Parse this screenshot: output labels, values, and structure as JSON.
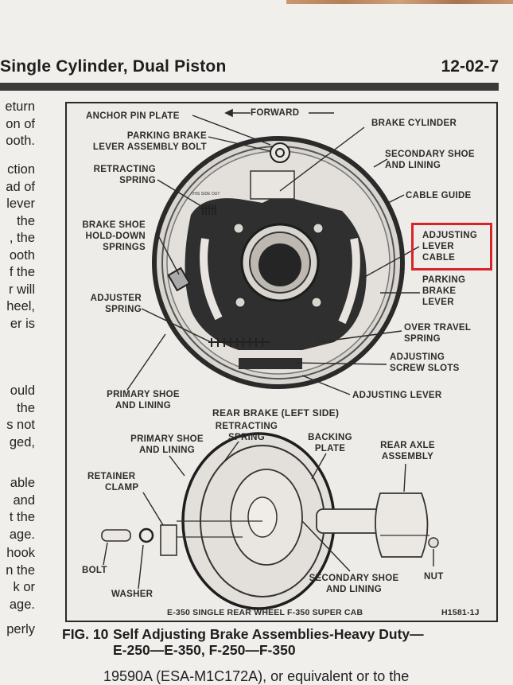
{
  "header": {
    "section_title": "Single Cylinder, Dual Piston",
    "page_number": "12-02-7"
  },
  "left_column_fragments": {
    "block1": [
      "eturn",
      "on of",
      "ooth."
    ],
    "block2": [
      "ction",
      "ad of",
      "lever",
      "the",
      ", the",
      "ooth",
      "f the",
      "r will",
      "heel,",
      "er is"
    ],
    "block3": [
      "ould",
      "the",
      "s not",
      "ged,"
    ],
    "block4": [
      "able",
      "and",
      "t the",
      "age."
    ],
    "block5": [
      "hook",
      "n the",
      "k or",
      "age."
    ],
    "block6": [
      "perly"
    ]
  },
  "figure": {
    "direction_label": "FORWARD",
    "upper_view_title": "REAR BRAKE (LEFT SIDE)",
    "stamp_text": "THIS SIDE OUT",
    "labels_upper": {
      "anchor_pin_plate": "ANCHOR PIN PLATE",
      "parking_brake_bolt_1": "PARKING BRAKE",
      "parking_brake_bolt_2": "LEVER ASSEMBLY BOLT",
      "retracting_spring_1": "RETRACTING",
      "retracting_spring_2": "SPRING",
      "hold_down_1": "BRAKE SHOE",
      "hold_down_2": "HOLD-DOWN",
      "hold_down_3": "SPRINGS",
      "adjuster_spring_1": "ADJUSTER",
      "adjuster_spring_2": "SPRING",
      "primary_shoe_1": "PRIMARY SHOE",
      "primary_shoe_2": "AND LINING",
      "brake_cylinder": "BRAKE CYLINDER",
      "secondary_shoe_1": "SECONDARY SHOE",
      "secondary_shoe_2": "AND LINING",
      "cable_guide": "CABLE GUIDE",
      "adjusting_lever_cable_1": "ADJUSTING",
      "adjusting_lever_cable_2": "LEVER",
      "adjusting_lever_cable_3": "CABLE",
      "parking_brake_lever_1": "PARKING",
      "parking_brake_lever_2": "BRAKE",
      "parking_brake_lever_3": "LEVER",
      "over_travel_1": "OVER TRAVEL",
      "over_travel_2": "SPRING",
      "adjusting_screw_1": "ADJUSTING",
      "adjusting_screw_2": "SCREW SLOTS",
      "adjusting_lever": "ADJUSTING LEVER"
    },
    "labels_lower": {
      "retracting_spring_1": "RETRACTING",
      "retracting_spring_2": "SPRING",
      "primary_shoe_1": "PRIMARY SHOE",
      "primary_shoe_2": "AND LINING",
      "backing_plate_1": "BACKING",
      "backing_plate_2": "PLATE",
      "rear_axle_1": "REAR AXLE",
      "rear_axle_2": "ASSEMBLY",
      "retainer_clamp_1": "RETAINER",
      "retainer_clamp_2": "CLAMP",
      "bolt": "BOLT",
      "washer": "WASHER",
      "secondary_shoe_1": "SECONDARY SHOE",
      "secondary_shoe_2": "AND LINING",
      "nut": "NUT"
    },
    "footer_model": "E-350 SINGLE REAR WHEEL F-350 SUPER CAB",
    "footer_code": "H1581-1J",
    "highlight_color": "#d8232a"
  },
  "caption": {
    "fig_number": "FIG. 10",
    "line1": "Self Adjusting Brake Assemblies-Heavy Duty—",
    "line2": "E-250—E-350, F-250—F-350"
  },
  "body_text_bottom": "19590A (ESA-M1C172A), or equivalent or to the"
}
